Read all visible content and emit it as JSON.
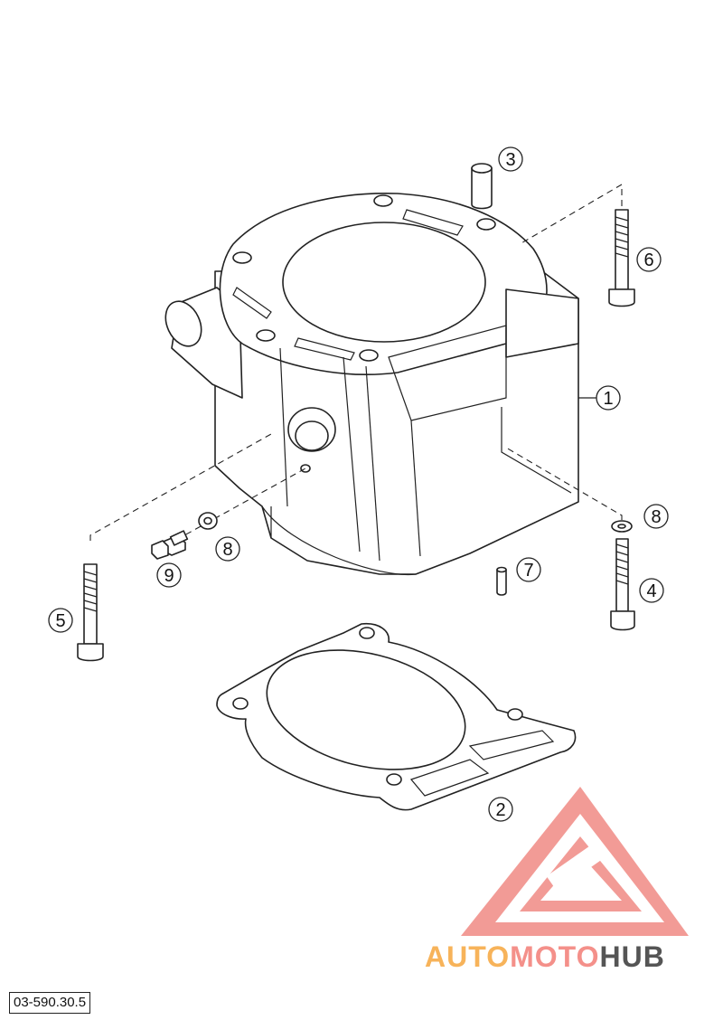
{
  "diagram_code": "03-590.30.5",
  "callouts": [
    {
      "id": "c1",
      "label": "1"
    },
    {
      "id": "c2",
      "label": "2"
    },
    {
      "id": "c3",
      "label": "3"
    },
    {
      "id": "c4",
      "label": "4"
    },
    {
      "id": "c5",
      "label": "5"
    },
    {
      "id": "c6",
      "label": "6"
    },
    {
      "id": "c7",
      "label": "7"
    },
    {
      "id": "c8a",
      "label": "8"
    },
    {
      "id": "c8b",
      "label": "8"
    },
    {
      "id": "c9",
      "label": "9"
    }
  ],
  "watermark": {
    "parts": [
      "AUTO",
      "MOTO",
      "HUB"
    ],
    "colors": [
      "#f7b35a",
      "#f4908a",
      "#555555"
    ],
    "logo_color": "#f08a84"
  }
}
